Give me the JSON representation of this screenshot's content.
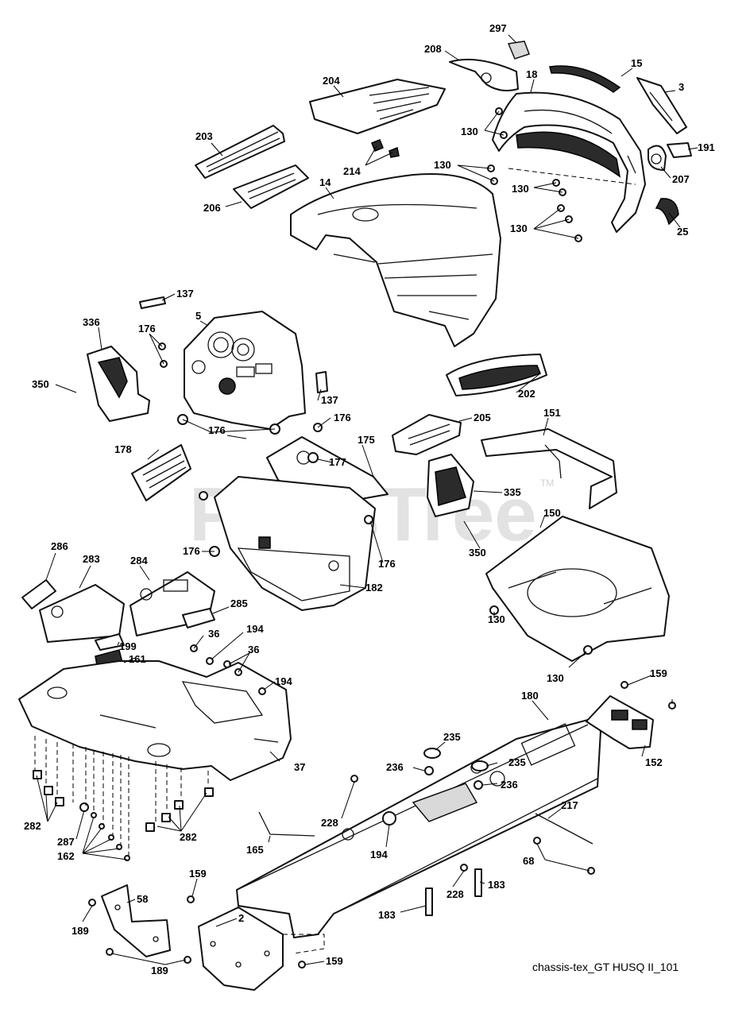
{
  "diagram": {
    "watermark": "PartsTree",
    "trademark": "TM",
    "caption": "chassis-tex_GT HUSQ II_101",
    "callouts": {
      "c297": "297",
      "c208": "208",
      "c15": "15",
      "c18": "18",
      "c3": "3",
      "c204": "204",
      "c130a": "130",
      "c130b": "130",
      "c130c": "130",
      "c130d": "130",
      "c191": "191",
      "c207": "207",
      "c25": "25",
      "c203": "203",
      "c214": "214",
      "c14": "14",
      "c206": "206",
      "c137a": "137",
      "c137b": "137",
      "c5": "5",
      "c336": "336",
      "c176a": "176",
      "c176b": "176",
      "c176c": "176",
      "c176d": "176",
      "c176e": "176",
      "c350a": "350",
      "c350b": "350",
      "c202": "202",
      "c205": "205",
      "c151": "151",
      "c178": "178",
      "c175": "175",
      "c177": "177",
      "c335": "335",
      "c150": "150",
      "c182": "182",
      "c286": "286",
      "c283": "283",
      "c284": "284",
      "c285": "285",
      "c36a": "36",
      "c36b": "36",
      "c194a": "194",
      "c194b": "194",
      "c194c": "194",
      "c199": "199",
      "c161": "161",
      "c130e": "130",
      "c130f": "130",
      "c159a": "159",
      "c159b": "159",
      "c159c": "159",
      "c180": "180",
      "c37": "37",
      "c152": "152",
      "c235a": "235",
      "c235b": "235",
      "c236a": "236",
      "c236b": "236",
      "c282a": "282",
      "c282b": "282",
      "c287": "287",
      "c228a": "228",
      "c228b": "228",
      "c217": "217",
      "c162": "162",
      "c165": "165",
      "c68": "68",
      "c183a": "183",
      "c183b": "183",
      "c58": "58",
      "c189a": "189",
      "c189b": "189",
      "c2": "2"
    }
  }
}
